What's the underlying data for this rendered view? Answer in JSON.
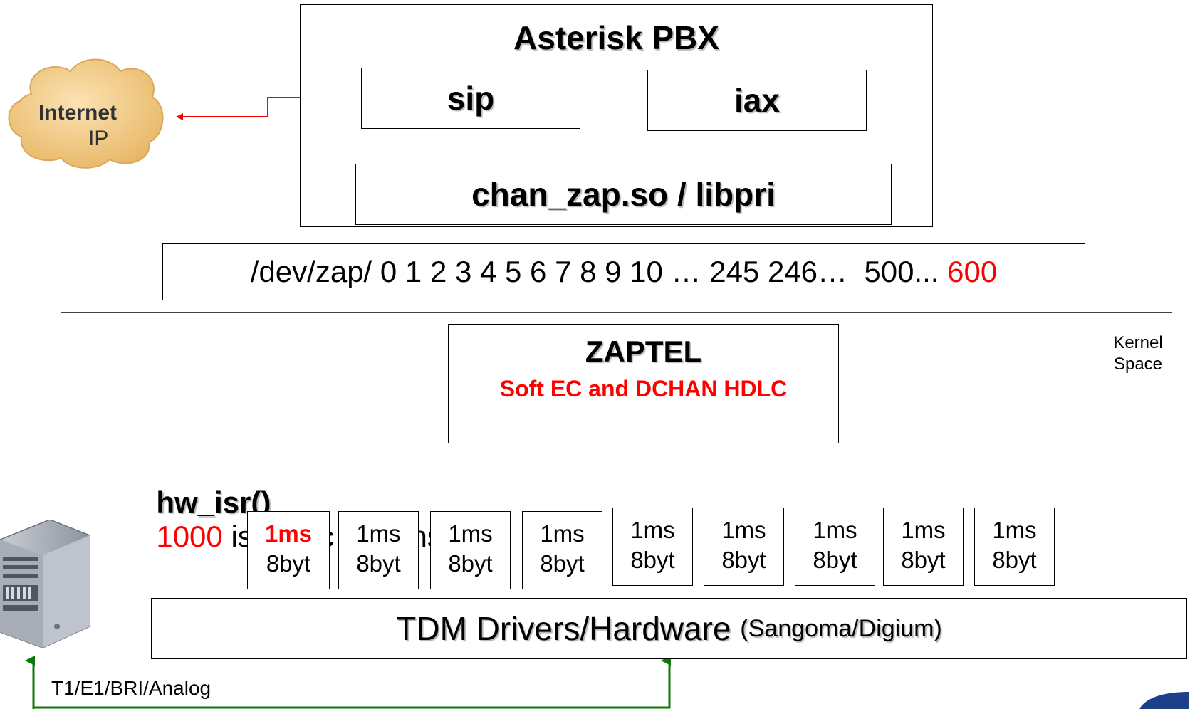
{
  "colors": {
    "highlight": "#ff0000",
    "connection": "#0a7a0a",
    "cloud": "#f3cd8b"
  },
  "cloud": {
    "line1": "Internet",
    "line2": "IP"
  },
  "pbx": {
    "title": "Asterisk PBX",
    "sip": "sip",
    "iax": "iax",
    "chan": "chan_zap.so / libpri"
  },
  "devzap": {
    "text": "/dev/zap/ 0 1 2 3 4 5 6 7 8 9 10 … 245 246…  500... ",
    "highlight": "600"
  },
  "zaptel": {
    "title": "ZAPTEL",
    "subtitle": "Soft EC and DCHAN HDLC"
  },
  "kernel": {
    "line1": "Kernel",
    "line2": "Space"
  },
  "isr": {
    "func": "hw_isr()",
    "rate": "1000",
    "rest": " isr / sec * spans"
  },
  "slots": [
    {
      "time": "1ms",
      "size": "8byt"
    },
    {
      "time": "1ms",
      "size": "8byt"
    },
    {
      "time": "1ms",
      "size": "8byt"
    },
    {
      "time": "1ms",
      "size": "8byt"
    },
    {
      "time": "1ms",
      "size": "8byt"
    },
    {
      "time": "1ms",
      "size": "8byt"
    },
    {
      "time": "1ms",
      "size": "8byt"
    },
    {
      "time": "1ms",
      "size": "8byt"
    },
    {
      "time": "1ms",
      "size": "8byt"
    }
  ],
  "tdm": {
    "main": "TDM Drivers/Hardware",
    "sub": "(Sangoma/Digium)"
  },
  "link": {
    "label": "T1/E1/BRI/Analog"
  },
  "icons": {
    "cloud": "cloud-icon",
    "server": "server-rack-icon",
    "logo": "corner-logo-icon"
  }
}
